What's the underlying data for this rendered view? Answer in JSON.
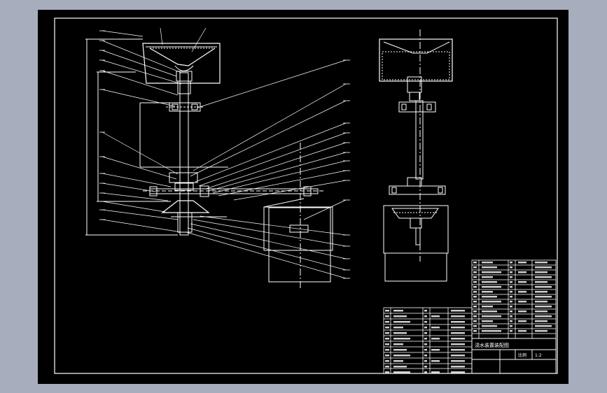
{
  "sheet": {
    "background": "#000000",
    "line_color": "#ffffff",
    "page_color": "#a8adbd"
  },
  "title_block": {
    "title": "浇水装置装配图",
    "scale_label": "比例",
    "scale_value": "1:2"
  }
}
